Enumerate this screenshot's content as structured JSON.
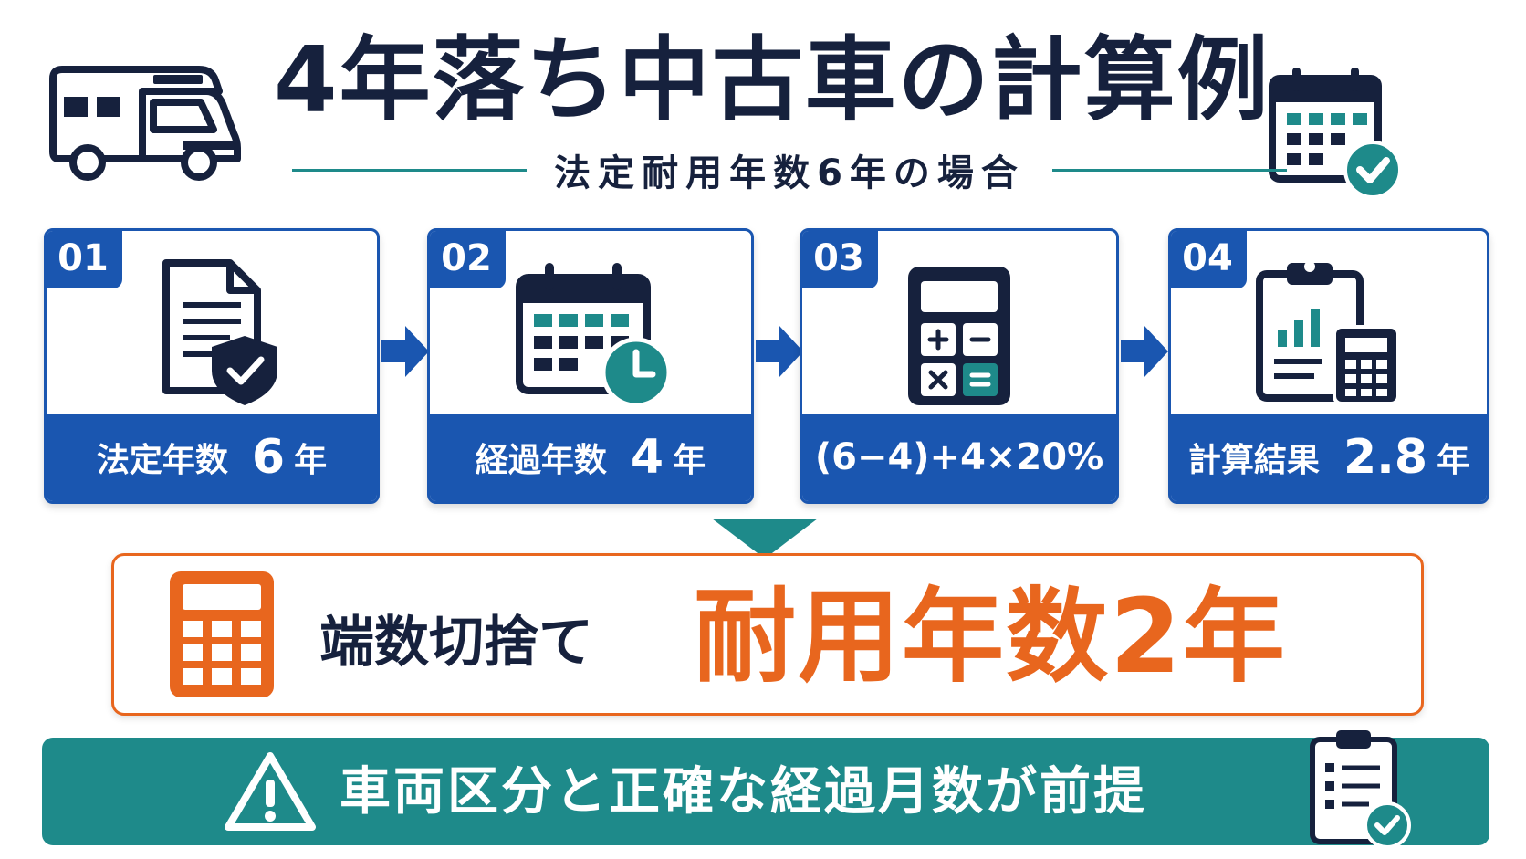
{
  "header": {
    "title": "4年落ち中古車の計算例",
    "subtitle": "法定耐用年数6年の場合"
  },
  "steps": [
    {
      "number": "01",
      "label": "法定年数",
      "value": "6",
      "unit": "年",
      "icon": "document-shield-icon"
    },
    {
      "number": "02",
      "label": "経過年数",
      "value": "4",
      "unit": "年",
      "icon": "calendar-clock-icon"
    },
    {
      "number": "03",
      "formula": "(6−4)+4×20%",
      "icon": "calculator-icon"
    },
    {
      "number": "04",
      "label": "計算結果",
      "value": "2.8",
      "unit": "年",
      "icon": "clipboard-chart-icon"
    }
  ],
  "result": {
    "label": "端数切捨て",
    "value": "耐用年数2年"
  },
  "banner": {
    "text": "車両区分と正確な経過月数が前提"
  },
  "colors": {
    "navy": "#16213d",
    "blue": "#1a56b0",
    "teal": "#1e8a8a",
    "orange": "#e8661e"
  }
}
